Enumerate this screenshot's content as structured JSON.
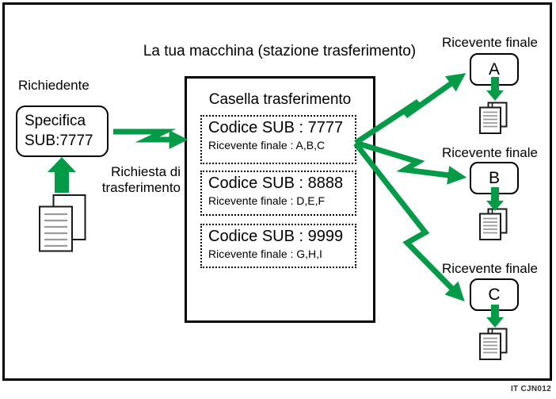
{
  "colors": {
    "green": "#049b48",
    "line": "#000000",
    "doc_line": "#9a9a9a"
  },
  "title": "La tua macchina (stazione trasferimento)",
  "requester": {
    "label": "Richiedente",
    "box_line1": "Specifica",
    "box_line2": "SUB:7777"
  },
  "request_label": {
    "line1": "Richiesta di",
    "line2": "trasferimento"
  },
  "transfer_box": {
    "title": "Casella trasferimento",
    "entries": [
      {
        "code": "Codice SUB : 7777",
        "recipients": "Ricevente finale : A,B,C"
      },
      {
        "code": "Codice SUB : 8888",
        "recipients": "Ricevente finale : D,E,F"
      },
      {
        "code": "Codice SUB : 9999",
        "recipients": "Ricevente finale : G,H,I"
      }
    ]
  },
  "receivers": [
    {
      "label": "Ricevente finale",
      "name": "A"
    },
    {
      "label": "Ricevente finale",
      "name": "B"
    },
    {
      "label": "Ricevente finale",
      "name": "C"
    }
  ],
  "caption": "IT CJN012"
}
